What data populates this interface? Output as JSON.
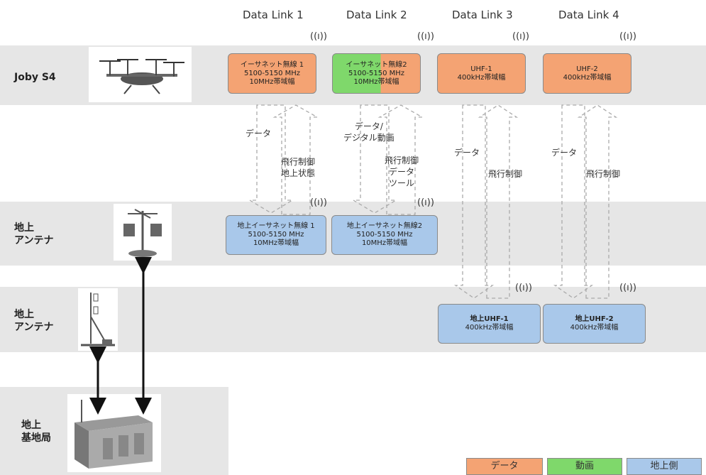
{
  "columns": [
    "Data Link 1",
    "Data Link 2",
    "Data Link 3",
    "Data Link 4"
  ],
  "rows": {
    "aircraft": "Joby S4",
    "ground_antenna_1": [
      "地上",
      "アンテナ"
    ],
    "ground_antenna_2": [
      "地上",
      "アンテナ"
    ],
    "base_station": [
      "地上",
      "基地局"
    ]
  },
  "aircraft_boxes": [
    {
      "lines": [
        "イーサネット無線 1",
        "5100-5150 MHz",
        "10MHz帯域幅"
      ]
    },
    {
      "lines": [
        "イーサネット無線2",
        "5100-5150 MHz",
        "10MHz帯域幅"
      ]
    },
    {
      "lines": [
        "UHF-1",
        "400kHz帯域幅"
      ]
    },
    {
      "lines": [
        "UHF-2",
        "400kHz帯域幅"
      ]
    }
  ],
  "ground_eth_boxes": [
    {
      "lines": [
        "地上イーサネット無線 1",
        "5100-5150 MHz",
        "10MHz帯域幅"
      ]
    },
    {
      "lines": [
        "地上イーサネット無線2",
        "5100-5150 MHz",
        "10MHz帯域幅"
      ]
    }
  ],
  "ground_uhf_boxes": [
    {
      "lines": [
        "地上UHF-1",
        "400kHz帯域幅"
      ]
    },
    {
      "lines": [
        "地上UHF-2",
        "400kHz帯域幅"
      ]
    }
  ],
  "flow_labels": {
    "l1_data": "データ",
    "l1_ctrl": [
      "飛行制御",
      "地上状態"
    ],
    "l2_data": [
      "データ/",
      "デジタル動画"
    ],
    "l2_ctrl": [
      "飛行制御",
      "データ",
      "ツール"
    ],
    "l3_data": "データ",
    "l3_ctrl": "飛行制御",
    "l4_data": "データ",
    "l4_ctrl": "飛行制御"
  },
  "wifi_glyph": "((ı))",
  "legend": [
    {
      "label": "データ",
      "color": "#f4a373"
    },
    {
      "label": "動画",
      "color": "#7fd86b"
    },
    {
      "label": "地上側",
      "color": "#a9c8ea"
    }
  ],
  "colors": {
    "data": "#f4a373",
    "video": "#7fd86b",
    "ground": "#a9c8ea",
    "band": "#e6e6e6"
  }
}
